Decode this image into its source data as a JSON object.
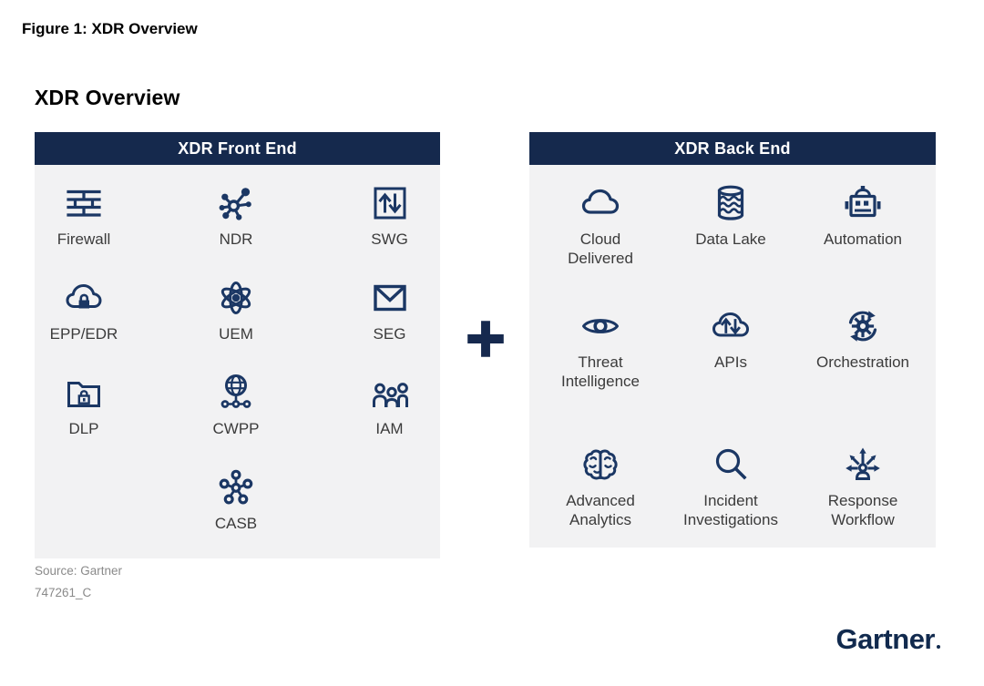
{
  "figure_title": "Figure 1: XDR Overview",
  "chart_title": "XDR Overview",
  "plus_sign": "+",
  "panels": {
    "front_end": {
      "header": "XDR Front End",
      "items": [
        {
          "label": "Firewall",
          "icon": "firewall-brick-wall-icon"
        },
        {
          "label": "NDR",
          "icon": "network-hub-icon"
        },
        {
          "label": "SWG",
          "icon": "box-up-down-arrows-icon"
        },
        {
          "label": "EPP/EDR",
          "icon": "cloud-lock-icon"
        },
        {
          "label": "UEM",
          "icon": "atom-icon"
        },
        {
          "label": "SEG",
          "icon": "envelope-icon"
        },
        {
          "label": "DLP",
          "icon": "folder-lock-icon"
        },
        {
          "label": "CWPP",
          "icon": "globe-network-icon"
        },
        {
          "label": "IAM",
          "icon": "people-group-icon"
        },
        {
          "label": "CASB",
          "icon": "molecule-icon"
        }
      ]
    },
    "back_end": {
      "header": "XDR Back End",
      "items": [
        {
          "label": "Cloud Delivered",
          "icon": "cloud-icon"
        },
        {
          "label": "Data Lake",
          "icon": "database-waves-icon"
        },
        {
          "label": "Automation",
          "icon": "robot-icon"
        },
        {
          "label": "Threat Intelligence",
          "icon": "eye-icon"
        },
        {
          "label": "APIs",
          "icon": "cloud-arrows-icon"
        },
        {
          "label": "Orchestration",
          "icon": "gear-cycle-icon"
        },
        {
          "label": "Advanced Analytics",
          "icon": "brain-icon"
        },
        {
          "label": "Incident Investigations",
          "icon": "magnifying-glass-icon"
        },
        {
          "label": "Response Workflow",
          "icon": "person-arrows-icon"
        }
      ]
    }
  },
  "footer": {
    "source": "Source: Gartner",
    "doc_id": "747261_C"
  },
  "logo": "Gartner",
  "colors": {
    "header_navy": "#15294D",
    "icon_navy": "#1B3764",
    "panel_gray": "#F2F2F3",
    "label_gray": "#3B3B3B",
    "source_gray": "#8A8A8A",
    "logo_navy": "#112A4E"
  }
}
